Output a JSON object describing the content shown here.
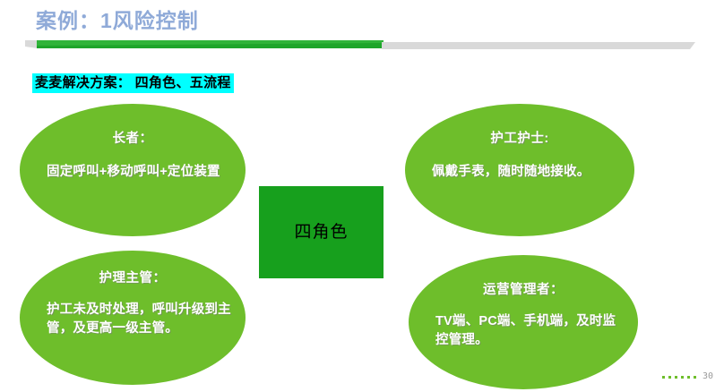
{
  "slide": {
    "title": "案例：1风险控制",
    "subtitle": "麦麦解决方案： 四角色、五流程",
    "center_box": {
      "label": "四角色",
      "fill_color": "#17A01D",
      "text_color": "#000000"
    },
    "roles": [
      {
        "id": "elder",
        "heading": "长者：",
        "body": "固定呼叫+移动呼叫+定位装置",
        "fill_color": "#6EBE2B"
      },
      {
        "id": "nurse",
        "heading": "护工护士:",
        "body": "佩戴手表，随时随地接收。",
        "fill_color": "#6EBE2B"
      },
      {
        "id": "supervisor",
        "heading": "护理主管：",
        "body": "护工未及时处理，呼叫升级到主管，及更高一级主管。",
        "fill_color": "#6EBE2B"
      },
      {
        "id": "operator",
        "heading": "运营管理者：",
        "body": "TV端、PC端、手机端，及时监控管理。",
        "fill_color": "#6EBE2B"
      }
    ],
    "footer": {
      "page_number": "30",
      "dot_count": 6,
      "dot_color": "#6EBE2B"
    },
    "colors": {
      "title_text": "#8FAAD8",
      "subtitle_highlight": "#00FFFF",
      "subtitle_text": "#000000",
      "divider_green": "#1EA52A",
      "divider_gray": "#D9D9D9"
    }
  }
}
